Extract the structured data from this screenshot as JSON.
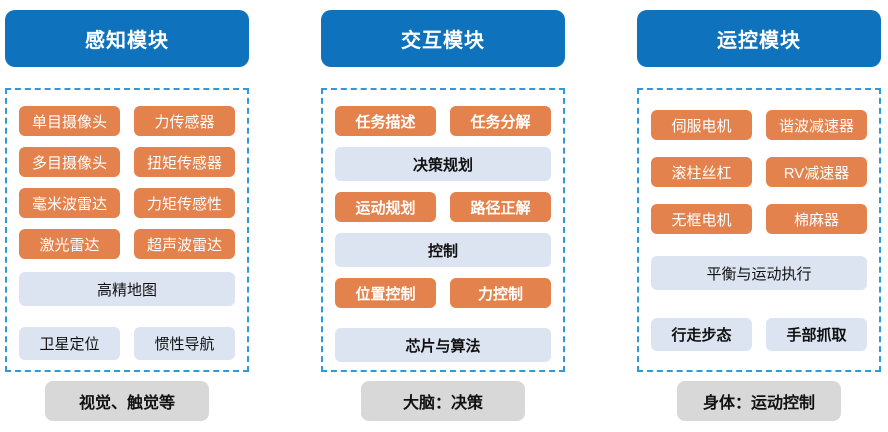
{
  "colors": {
    "header_blue": "#0E72BC",
    "tag_orange": "#E3824D",
    "tag_soft_blue": "#DCE4F1",
    "footer_gray": "#D8D8D8",
    "dashed_border_blue": "#2E9BD8"
  },
  "columns": [
    {
      "title": "感知模块",
      "footer": "视觉、触觉等",
      "rows": [
        [
          {
            "label": "单目摄像头",
            "variant": "orange"
          },
          {
            "label": "力传感器",
            "variant": "orange"
          }
        ],
        [
          {
            "label": "多目摄像头",
            "variant": "orange"
          },
          {
            "label": "扭矩传感器",
            "variant": "orange"
          }
        ],
        [
          {
            "label": "毫米波雷达",
            "variant": "orange"
          },
          {
            "label": "力矩传感性",
            "variant": "orange"
          }
        ],
        [
          {
            "label": "激光雷达",
            "variant": "orange"
          },
          {
            "label": "超声波雷达",
            "variant": "orange"
          }
        ],
        [
          {
            "label": "高精地图",
            "variant": "soft",
            "span": "full"
          }
        ],
        [
          {
            "label": "卫星定位",
            "variant": "soft"
          },
          {
            "label": "惯性导航",
            "variant": "soft"
          }
        ]
      ]
    },
    {
      "title": "交互模块",
      "footer": "大脑：决策",
      "rows": [
        [
          {
            "label": "任务描述",
            "variant": "orange",
            "bold": true
          },
          {
            "label": "任务分解",
            "variant": "orange",
            "bold": true
          }
        ],
        [
          {
            "label": "决策规划",
            "variant": "soft",
            "span": "full",
            "bold": true
          }
        ],
        [
          {
            "label": "运动规划",
            "variant": "orange",
            "bold": true
          },
          {
            "label": "路径正解",
            "variant": "orange",
            "bold": true
          }
        ],
        [
          {
            "label": "控制",
            "variant": "soft",
            "span": "full",
            "bold": true
          }
        ],
        [
          {
            "label": "位置控制",
            "variant": "orange",
            "bold": true
          },
          {
            "label": "力控制",
            "variant": "orange",
            "bold": true
          }
        ],
        [
          {
            "label": "芯片与算法",
            "variant": "soft",
            "span": "full",
            "bold": true
          }
        ]
      ]
    },
    {
      "title": "运控模块",
      "footer": "身体：运动控制",
      "rows": [
        [
          {
            "label": "伺服电机",
            "variant": "orange"
          },
          {
            "label": "谐波减速器",
            "variant": "orange"
          }
        ],
        [
          {
            "label": "滚柱丝杠",
            "variant": "orange"
          },
          {
            "label": "RV减速器",
            "variant": "orange"
          }
        ],
        [
          {
            "label": "无框电机",
            "variant": "orange"
          },
          {
            "label": "棉麻器",
            "variant": "orange"
          }
        ],
        [
          {
            "label": "平衡与运动执行",
            "variant": "soft",
            "span": "full"
          }
        ],
        [
          {
            "label": "行走步态",
            "variant": "soft",
            "bold": true
          },
          {
            "label": "手部抓取",
            "variant": "soft",
            "bold": true
          }
        ]
      ]
    }
  ]
}
